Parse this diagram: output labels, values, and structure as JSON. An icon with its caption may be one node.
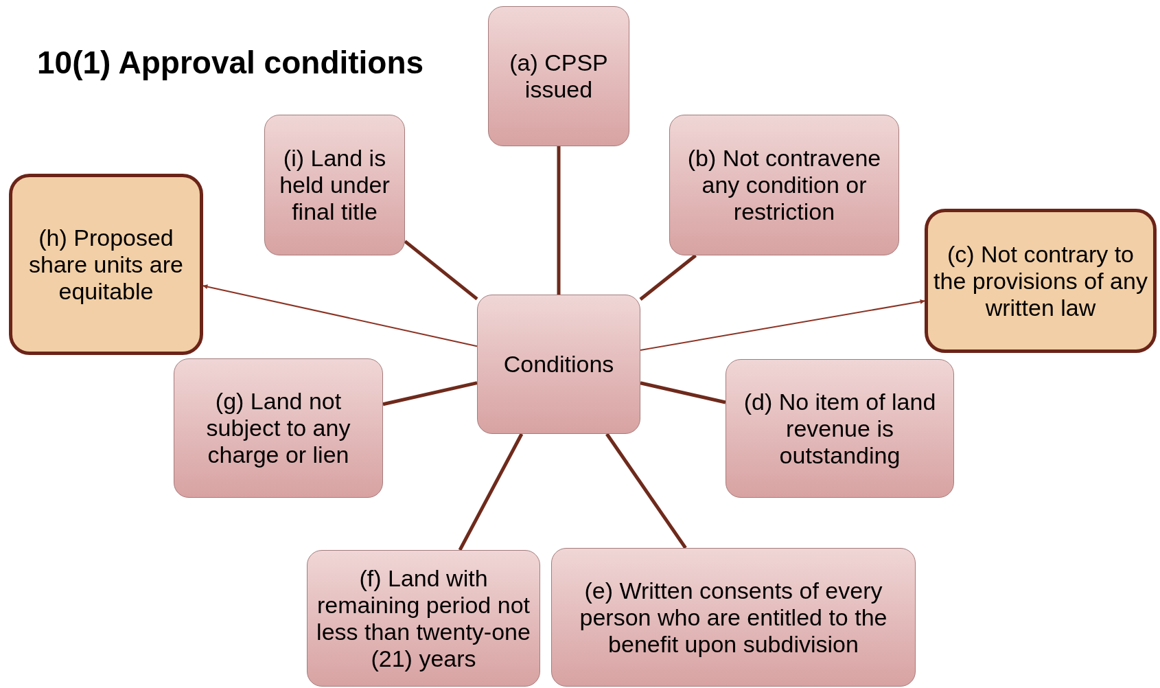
{
  "diagram": {
    "title": "10(1) Approval conditions",
    "nodes": [
      {
        "text": [
          "(a) CPSP issued"
        ]
      },
      {
        "text": [
          "(i) Land is held under final title"
        ]
      },
      {
        "text": [
          "(b) Not contravene any condition or restriction"
        ]
      },
      {
        "text": [
          "(h) Proposed share units are equitable"
        ]
      },
      {
        "text": [
          "(c) Not contrary to the provisions of any written law"
        ]
      },
      {
        "text": [
          "Conditions"
        ]
      },
      {
        "text": [
          "(g) Land not subject to any charge or lien"
        ]
      },
      {
        "text": [
          "(d) No item of land revenue is outstanding"
        ]
      },
      {
        "text": [
          "(f) Land with remaining period not less than twenty-one (21) years"
        ]
      },
      {
        "text": [
          "(e) Written consents of every person who are entitled to the benefit upon subdivision"
        ]
      }
    ],
    "edges": [
      {
        "from": 5,
        "to": 0,
        "arrow": "none"
      },
      {
        "from": 5,
        "to": 2,
        "arrow": "none"
      },
      {
        "from": 5,
        "to": 4,
        "arrow": "to",
        "color": "#8b3324"
      },
      {
        "from": 5,
        "to": 7,
        "arrow": "none"
      },
      {
        "from": 5,
        "to": 9,
        "arrow": "none"
      },
      {
        "from": 5,
        "to": 8,
        "arrow": "none"
      },
      {
        "from": 5,
        "to": 6,
        "arrow": "none"
      },
      {
        "from": 5,
        "to": 3,
        "arrow": "to",
        "color": "#8b3324"
      },
      {
        "from": 5,
        "to": 1,
        "arrow": "none"
      }
    ]
  }
}
